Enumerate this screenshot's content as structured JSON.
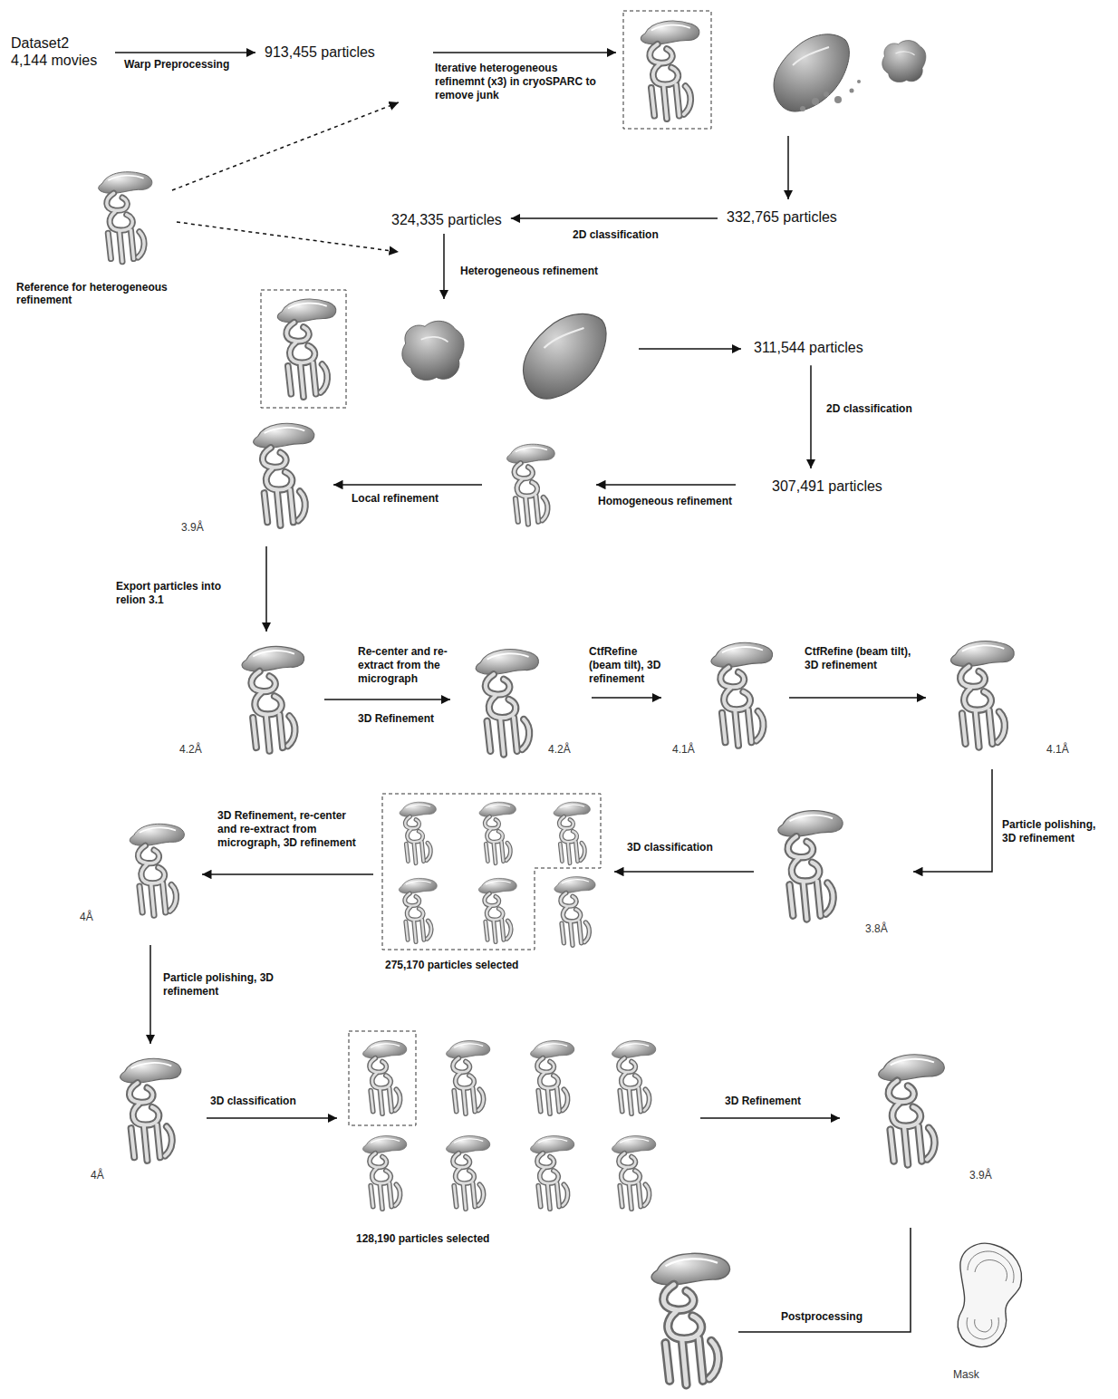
{
  "diagram": {
    "nodes": [
      {
        "text": [
          "Dataset2 4,144 movies"
        ]
      },
      {
        "text": [
          "913,455 particles"
        ]
      },
      {
        "text": [
          "332,765 particles"
        ]
      },
      {
        "text": [
          "324,335 particles"
        ]
      },
      {
        "text": [
          "311,544 particles"
        ]
      },
      {
        "text": [
          "307,491 particles"
        ]
      },
      {
        "text": [
          "Reference for heterogeneous refinement"
        ]
      },
      {
        "text": [
          "3.9Å"
        ]
      },
      {
        "text": [
          "4.2Å"
        ]
      },
      {
        "text": [
          "4.2Å"
        ]
      },
      {
        "text": [
          "4.1Å"
        ]
      },
      {
        "text": [
          "4.1Å"
        ]
      },
      {
        "text": [
          "3.8Å"
        ]
      },
      {
        "text": [
          "275,170 particles selected"
        ]
      },
      {
        "text": [
          "4Å"
        ]
      },
      {
        "text": [
          "4Å"
        ]
      },
      {
        "text": [
          "128,190 particles selected"
        ]
      },
      {
        "text": [
          "3.9Å"
        ]
      },
      {
        "text": [
          "Mask"
        ]
      }
    ],
    "edges": [
      {
        "from": 0,
        "to": 1,
        "label": "Warp Preprocessing",
        "arrow": "to"
      },
      {
        "from": 2,
        "to": 3,
        "label": "2D classification",
        "arrow": "to"
      },
      {
        "from": 4,
        "to": 5,
        "label": "2D classification",
        "arrow": "to"
      },
      {
        "from": 7,
        "to": 8,
        "label": "Export particles into relion 3.1",
        "arrow": "to"
      },
      {
        "from": 8,
        "to": 9,
        "label": "Re-center and re-extract from the micrograph",
        "arrow": "to"
      },
      {
        "from": 9,
        "to": 10,
        "label": "CtfRefine (beam tilt), 3D refinement",
        "arrow": "to"
      },
      {
        "from": 10,
        "to": 11,
        "label": "CtfRefine (beam tilt), 3D refinement",
        "arrow": "to"
      },
      {
        "from": 11,
        "to": 12,
        "label": "Particle polishing, 3D refinement",
        "arrow": "to"
      },
      {
        "from": 12,
        "to": 13,
        "label": "3D classification",
        "arrow": "to"
      },
      {
        "from": 13,
        "to": 14,
        "label": "3D Refinement, re-center and re-extract from micrograph, 3D refinement",
        "arrow": "to"
      },
      {
        "from": 14,
        "to": 15,
        "label": "Particle polishing, 3D refinement",
        "arrow": "to"
      },
      {
        "from": 15,
        "to": 16,
        "label": "3D classification",
        "arrow": "to"
      },
      {
        "from": 16,
        "to": 17,
        "label": "3D Refinement",
        "arrow": "to"
      }
    ],
    "labels": [
      "Iterative heterogeneous refinemnt (x3) in cryoSPARC to remove junk",
      "Heterogeneous refinement",
      "Homogeneous refinement",
      "Local refinement",
      "3D Refinement",
      "Postprocessing"
    ]
  }
}
